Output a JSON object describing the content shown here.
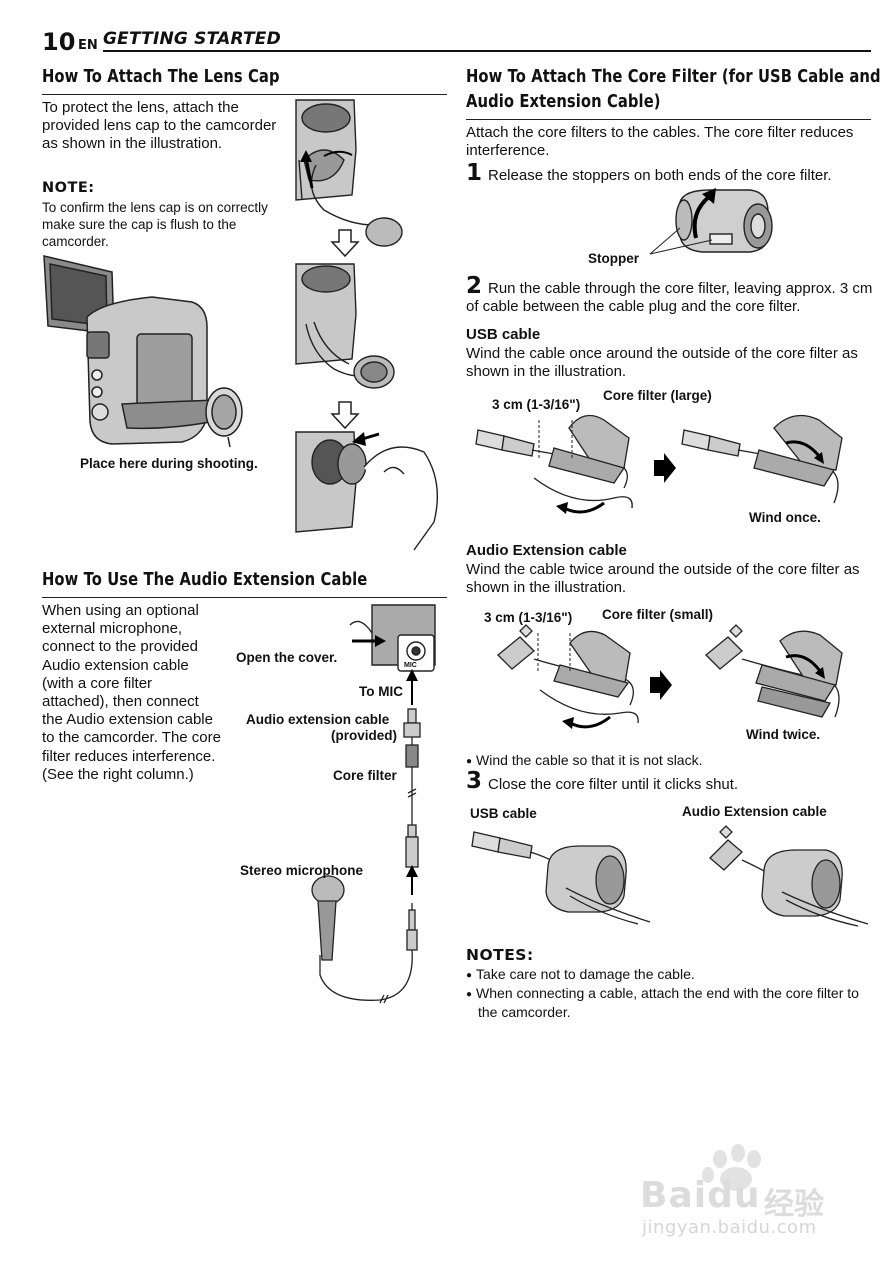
{
  "header": {
    "page_number": "10",
    "lang": "EN",
    "section": "GETTING STARTED"
  },
  "lens_cap": {
    "title": "How To Attach The Lens Cap",
    "body": "To protect the lens, attach the provided lens cap to the camcorder as shown in the illustration.",
    "note_title": "NOTE:",
    "note_body": "To confirm the lens cap is on correctly make sure the cap is flush to the camcorder.",
    "caption_shooting": "Place here during shooting."
  },
  "audio_ext": {
    "title": "How To Use The Audio Extension Cable",
    "body": "When using an optional external microphone, connect to the provided Audio extension cable (with a core filter attached), then connect the Audio extension cable to the camcorder. The core filter reduces interference. (See the right column.)",
    "labels": {
      "open_cover": "Open the cover.",
      "mic_jack": "MIC",
      "to_mic": "To MIC",
      "ext_cable_line1": "Audio extension cable",
      "ext_cable_line2": "(provided)",
      "core_filter": "Core filter",
      "stereo_mic": "Stereo microphone"
    }
  },
  "core_filter": {
    "title_line1": "How To Attach The Core Filter (for USB Cable and",
    "title_line2": "Audio Extension Cable)",
    "intro": "Attach the core filters to the cables. The core filter reduces interference.",
    "steps": [
      {
        "num": "1",
        "text": "Release the stoppers on both ends of the core filter."
      },
      {
        "num": "2",
        "text": "Run the cable through the core filter, leaving approx. 3 cm of cable between the cable plug and the core filter."
      },
      {
        "num": "3",
        "text": "Close the core filter until it clicks shut."
      }
    ],
    "stopper_label": "Stopper",
    "usb": {
      "heading": "USB cable",
      "text": "Wind the cable once around the outside of the core filter as shown in the illustration.",
      "dim_label": "3 cm (1-3/16\")",
      "filter_label": "Core filter (large)",
      "wind_label": "Wind once."
    },
    "audio": {
      "heading": "Audio Extension cable",
      "text": "Wind the cable twice around the outside of the core filter as shown in the illustration.",
      "dim_label": "3 cm (1-3/16\")",
      "filter_label": "Core filter (small)",
      "wind_label": "Wind twice."
    },
    "slack_note": "Wind the cable so that it is not slack.",
    "final_labels": {
      "usb": "USB cable",
      "audio": "Audio Extension cable"
    },
    "notes_title": "NOTES:",
    "notes": [
      "Take care not to damage the cable.",
      "When connecting a cable, attach the end with the core filter to the camcorder."
    ]
  },
  "watermark": {
    "brand": "Baidu",
    "brand_cn": "经验",
    "url": "jingyan.baidu.com"
  }
}
